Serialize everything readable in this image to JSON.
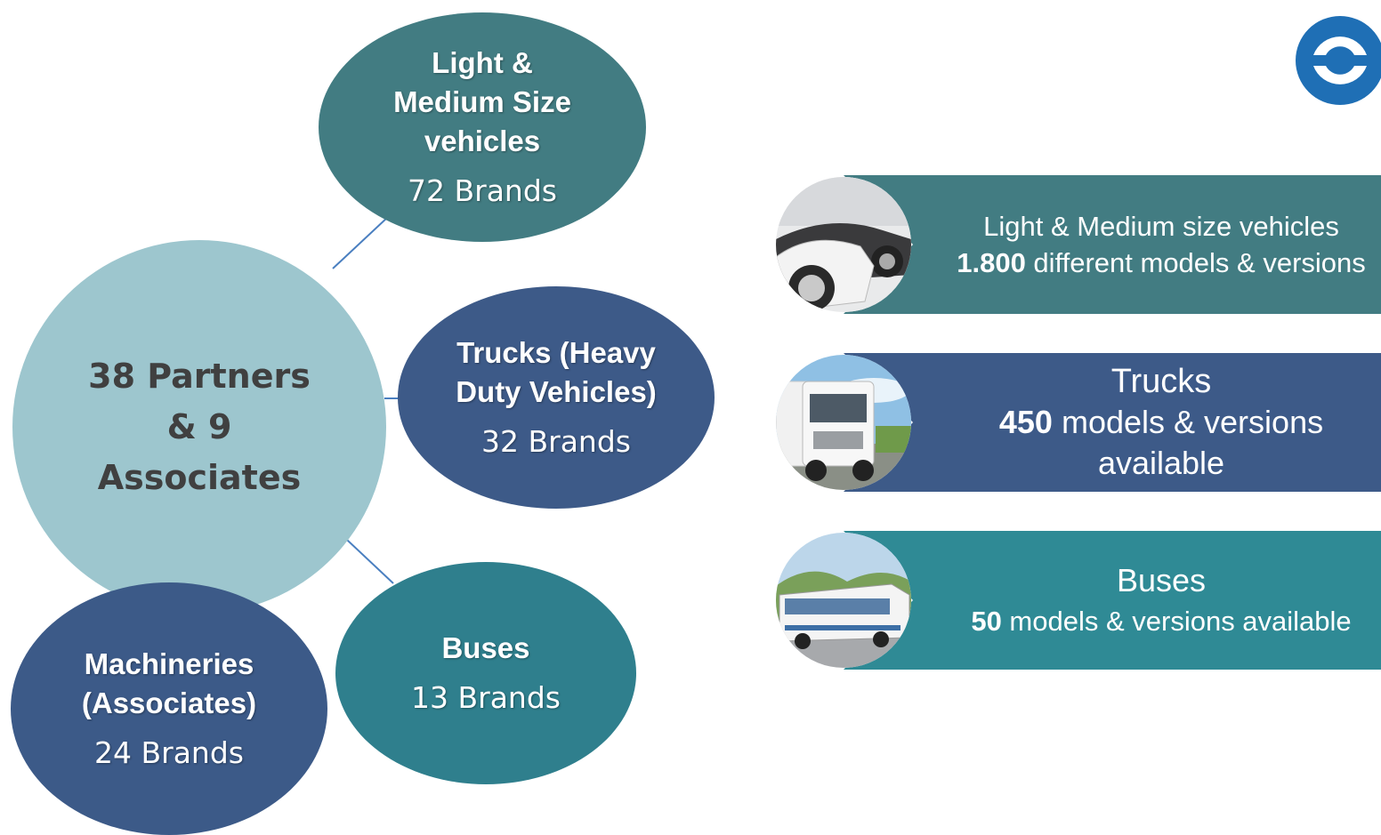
{
  "colors": {
    "hub": "#9dc6ce",
    "light": "#427c82",
    "trucks": "#3d5a88",
    "buses": "#2f7f8d",
    "machineries": "#3c5a88",
    "connector": "#4a7fc0",
    "logo": "#1f6fb5"
  },
  "hub": {
    "title": "38 Partners & 9 Associates"
  },
  "bubbles": {
    "light": {
      "title": "Light & Medium Size vehicles",
      "count": "72 Brands"
    },
    "trucks": {
      "title": "Trucks (Heavy Duty Vehicles)",
      "count": "32 Brands"
    },
    "buses": {
      "title": "Buses",
      "count": "13 Brands"
    },
    "machineries": {
      "title": "Machineries (Associates)",
      "count": "24 Brands"
    }
  },
  "logo": {
    "icon": "company-logo-icon"
  },
  "rows": {
    "light": {
      "icon": "car-photo",
      "line1": "Light & Medium size vehicles",
      "number": "1.800",
      "rest": " different models & versions"
    },
    "trucks": {
      "icon": "truck-photo",
      "line1": "Trucks",
      "number": "450",
      "rest": " models & versions available"
    },
    "buses": {
      "icon": "bus-photo",
      "line1": "Buses",
      "number": "50",
      "rest": " models & versions available"
    }
  }
}
